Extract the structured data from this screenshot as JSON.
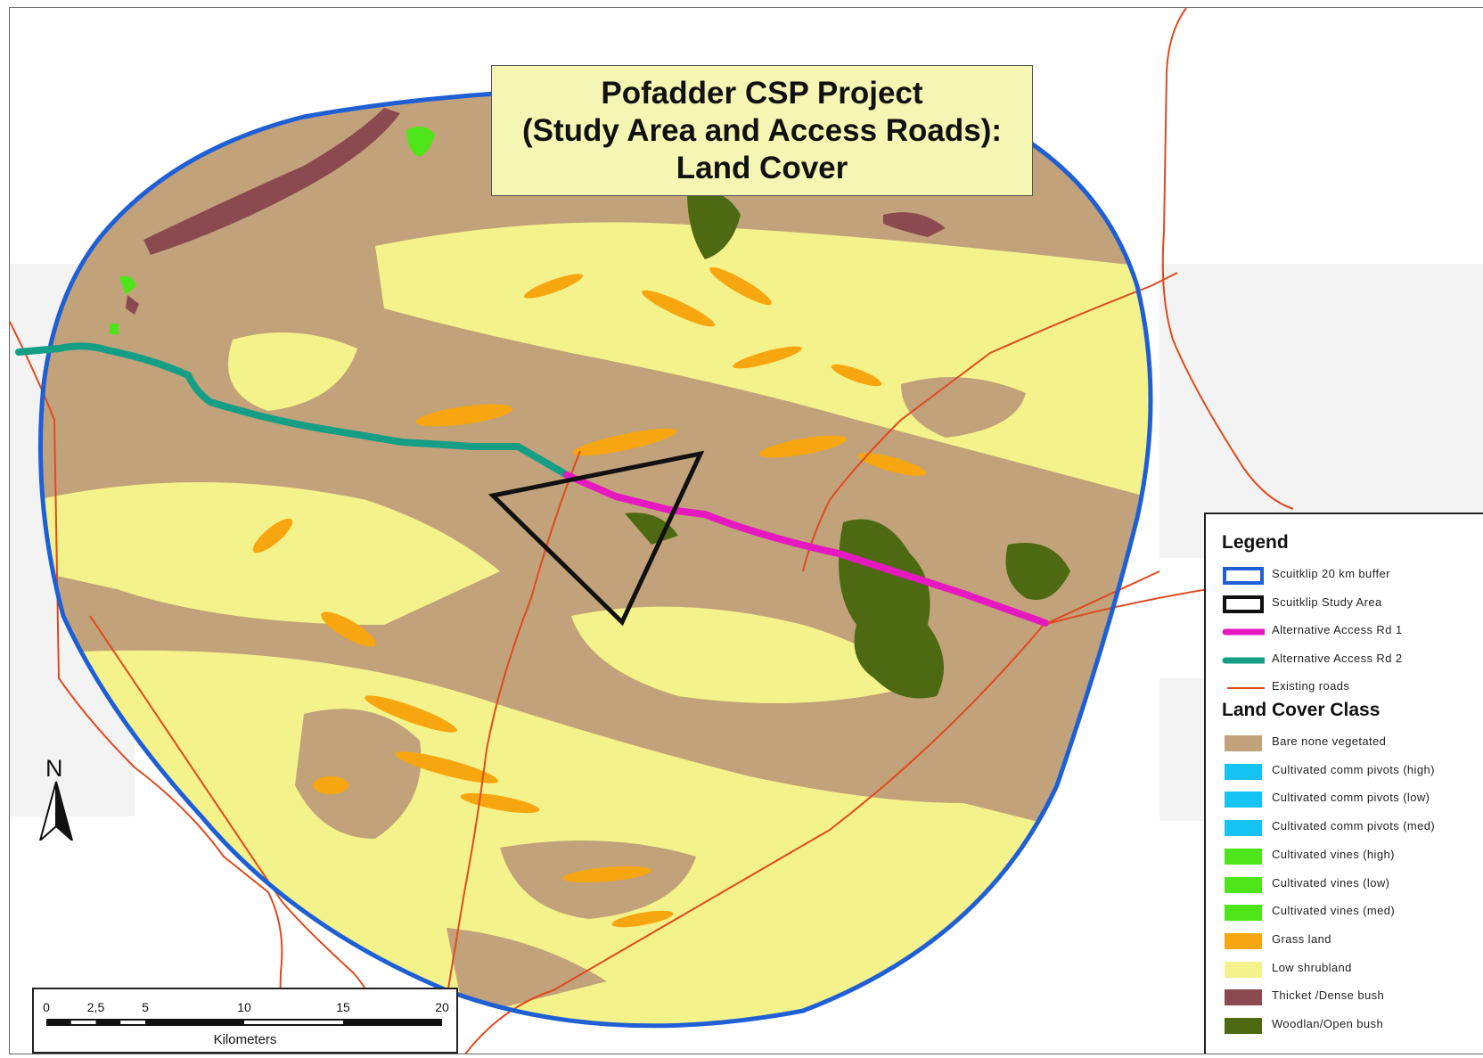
{
  "title": {
    "lines": [
      "Pofadder CSP Project",
      "(Study Area and Access Roads):",
      "Land Cover"
    ]
  },
  "legend": {
    "heading": "Legend",
    "items": [
      {
        "label": "Scuitklip 20 km buffer",
        "symbol": "outline-box",
        "color": "#1f5fd6"
      },
      {
        "label": "Scuitklip Study Area",
        "symbol": "outline-box",
        "color": "#111111"
      },
      {
        "label": "Alternative Access Rd 1",
        "symbol": "thick-line",
        "color": "#e619c1"
      },
      {
        "label": "Alternative Access Rd 2",
        "symbol": "thick-line",
        "color": "#149e86"
      },
      {
        "label": "Existing roads",
        "symbol": "thin-line",
        "color": "#e04a1f"
      }
    ],
    "landcover_heading": "Land Cover Class",
    "landcover": [
      {
        "label": "Bare none vegetated",
        "color": "#c2a27a"
      },
      {
        "label": "Cultivated comm pivots (high)",
        "color": "#15c3f5"
      },
      {
        "label": "Cultivated comm pivots (low)",
        "color": "#15c3f5"
      },
      {
        "label": "Cultivated comm pivots (med)",
        "color": "#15c3f5"
      },
      {
        "label": "Cultivated vines (high)",
        "color": "#4ee61a"
      },
      {
        "label": "Cultivated vines (low)",
        "color": "#4ee61a"
      },
      {
        "label": "Cultivated vines (med)",
        "color": "#4ee61a"
      },
      {
        "label": "Grass land",
        "color": "#f7a60f"
      },
      {
        "label": "Low shrubland",
        "color": "#f4f28a"
      },
      {
        "label": "Thicket /Dense bush",
        "color": "#8b4a50"
      },
      {
        "label": "Woodlan/Open bush",
        "color": "#4d6a12"
      }
    ]
  },
  "north_arrow": {
    "letter": "N",
    "icon": "north-arrow-icon"
  },
  "scale_bar": {
    "ticks": [
      "0",
      "2,5",
      "5",
      "10",
      "15",
      "20"
    ],
    "unit": "Kilometers"
  },
  "colors": {
    "buffer": "#1f5fd6",
    "study_area": "#111111",
    "access_rd_1": "#e619c1",
    "access_rd_2": "#149e86",
    "roads": "#e04a1f",
    "bare": "#c2a27a",
    "shrub": "#f4f28a",
    "grass": "#f7a60f",
    "thicket": "#8b4a50",
    "woodland": "#4d6a12",
    "vines": "#4ee61a"
  }
}
